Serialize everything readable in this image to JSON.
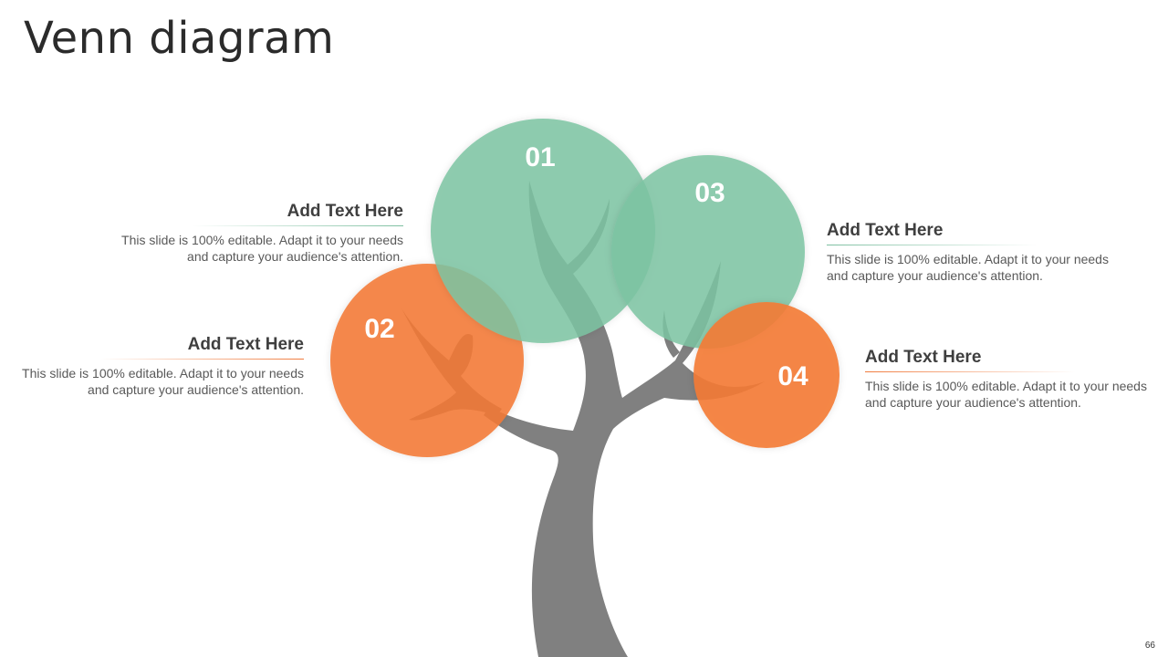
{
  "slide": {
    "title": "Venn diagram",
    "page_number": "66"
  },
  "colors": {
    "green": "#7dc4a2",
    "orange": "#f47a35",
    "trunk": "#808080",
    "heading": "#3f3f3f",
    "body_text": "#595959"
  },
  "circles": [
    {
      "label": "01",
      "color": "green"
    },
    {
      "label": "02",
      "color": "orange"
    },
    {
      "label": "03",
      "color": "green"
    },
    {
      "label": "04",
      "color": "orange"
    }
  ],
  "blocks": [
    {
      "heading": "Add Text Here",
      "body": "This slide is 100% editable. Adapt it to your needs and capture your audience's attention."
    },
    {
      "heading": "Add Text Here",
      "body": "This slide is 100% editable. Adapt it to your needs and capture your audience's attention."
    },
    {
      "heading": "Add Text Here",
      "body": "This slide is 100% editable. Adapt it to your needs and capture your audience's attention."
    },
    {
      "heading": "Add Text Here",
      "body": "This slide is 100% editable. Adapt it to your needs and capture your audience's attention."
    }
  ]
}
